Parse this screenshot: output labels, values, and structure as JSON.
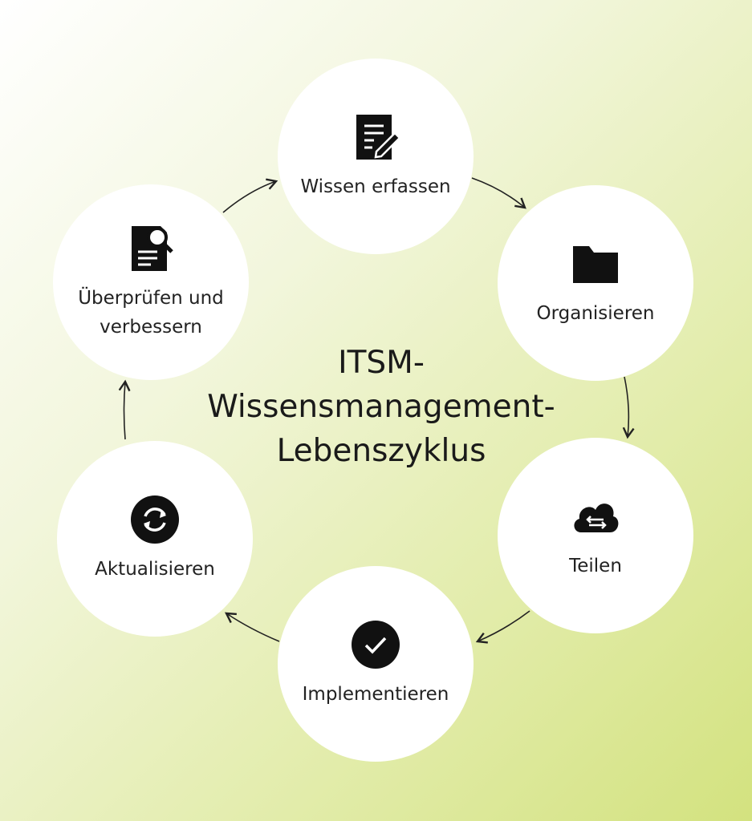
{
  "title_lines": [
    "ITSM-",
    "Wissensmanagement-",
    "Lebenszyklus"
  ],
  "steps": [
    {
      "label": "Wissen erfassen",
      "icon": "document-edit-icon"
    },
    {
      "label": "Organisieren",
      "icon": "folder-icon"
    },
    {
      "label": "Teilen",
      "icon": "cloud-share-icon"
    },
    {
      "label": "Implementieren",
      "icon": "check-circle-icon"
    },
    {
      "label": "Aktualisieren",
      "icon": "refresh-icon"
    },
    {
      "label": "Überprüfen und",
      "label2": "verbessern",
      "icon": "document-search-icon"
    }
  ],
  "colors": {
    "icon": "#111111",
    "circle": "#ffffff",
    "gradient_end": "#d3e27f"
  }
}
